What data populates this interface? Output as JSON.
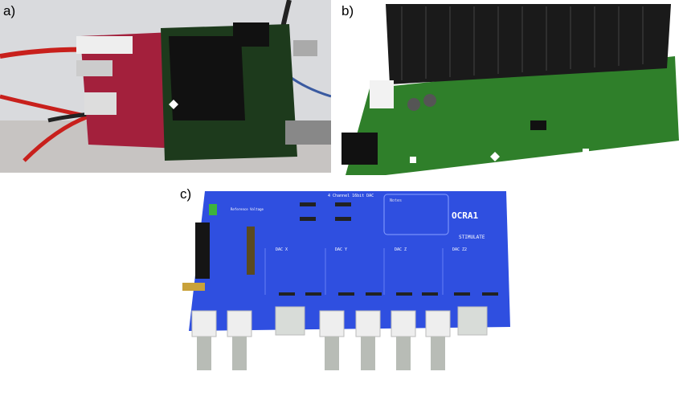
{
  "panels": {
    "a": {
      "label": "a)"
    },
    "b": {
      "label": "b)"
    },
    "c": {
      "label": "c)",
      "board": {
        "title": "4 Channel 16bit DAC",
        "notes": "Notes",
        "brand": "OCRA1",
        "logo": "STIMULATE",
        "reference": "Reference Voltage",
        "channels": [
          "DAC X",
          "DAC Y",
          "DAC Z",
          "DAC Z2"
        ]
      }
    }
  },
  "colors": {
    "pcb_blue": "#2f4fe0",
    "pcb_green": "#2e7a2a",
    "cable_red": "#c8201c"
  }
}
